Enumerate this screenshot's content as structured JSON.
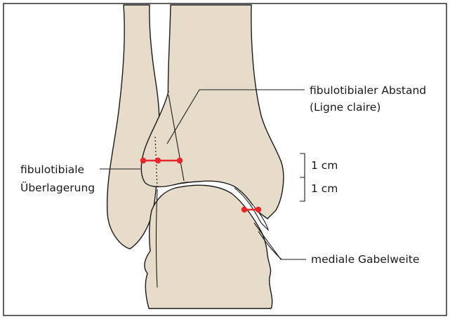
{
  "labels": {
    "ligne_claire_line1": "fibulotibialer Abstand",
    "ligne_claire_line2": "(Ligne claire)",
    "overlap_line1": "fibulotibiale",
    "overlap_line2": "Überlagerung",
    "scale_upper": "1 cm",
    "scale_lower": "1 cm",
    "medial_clear_space": "mediale Gabelweite"
  },
  "colors": {
    "bone": "#e6dcc9",
    "outline": "#1a1a1a",
    "marker": "#e8262b",
    "frame": "#3a3a3a"
  }
}
